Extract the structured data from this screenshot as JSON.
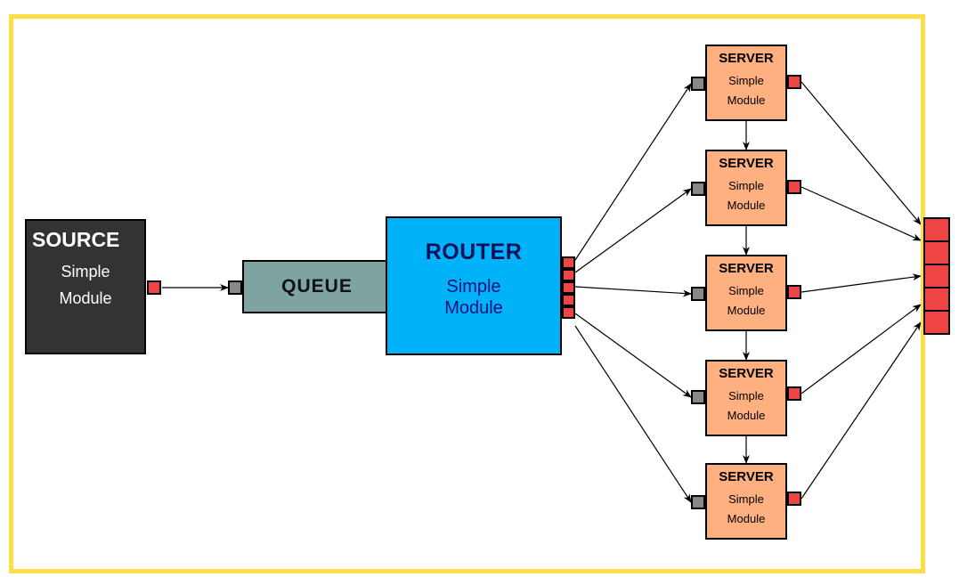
{
  "source": {
    "title": "SOURCE",
    "sub1": "Simple",
    "sub2": "Module"
  },
  "queue": {
    "title": "QUEUE"
  },
  "router": {
    "title": "ROUTER",
    "sub1": "Simple",
    "sub2": "Module"
  },
  "servers": [
    {
      "title": "SERVER",
      "sub1": "Simple",
      "sub2": "Module"
    },
    {
      "title": "SERVER",
      "sub1": "Simple",
      "sub2": "Module"
    },
    {
      "title": "SERVER",
      "sub1": "Simple",
      "sub2": "Module"
    },
    {
      "title": "SERVER",
      "sub1": "Simple",
      "sub2": "Module"
    },
    {
      "title": "SERVER",
      "sub1": "Simple",
      "sub2": "Module"
    }
  ],
  "colors": {
    "frame": "#FFDD44",
    "source": "#333333",
    "queue": "#7FA3A1",
    "router": "#00B2F7",
    "server": "#FFB080",
    "output_port": "#EE4444",
    "input_port": "#888888"
  }
}
